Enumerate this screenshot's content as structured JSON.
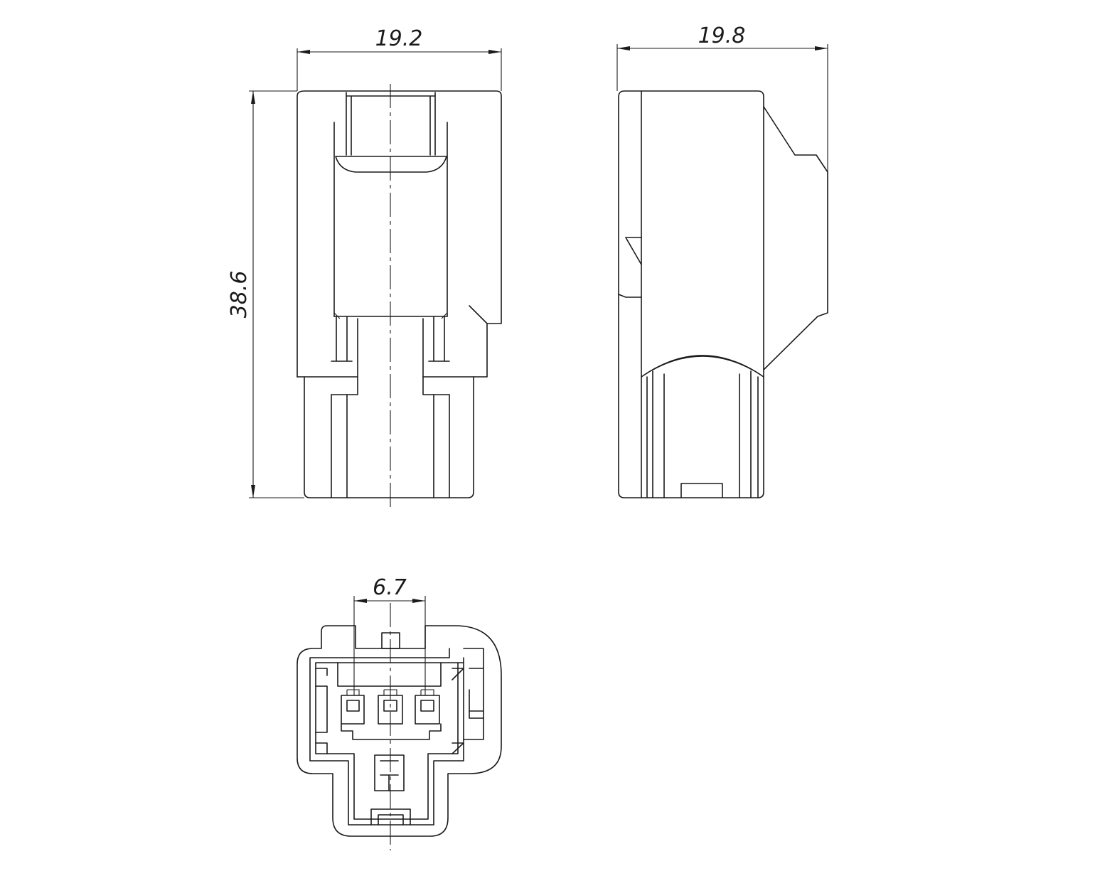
{
  "dimensions": {
    "front_width": "19.2",
    "front_height": "38.6",
    "side_width": "19.8",
    "pin_pitch": "6.7"
  },
  "colors": {
    "line": "#1a1a1a",
    "background": "#ffffff"
  }
}
